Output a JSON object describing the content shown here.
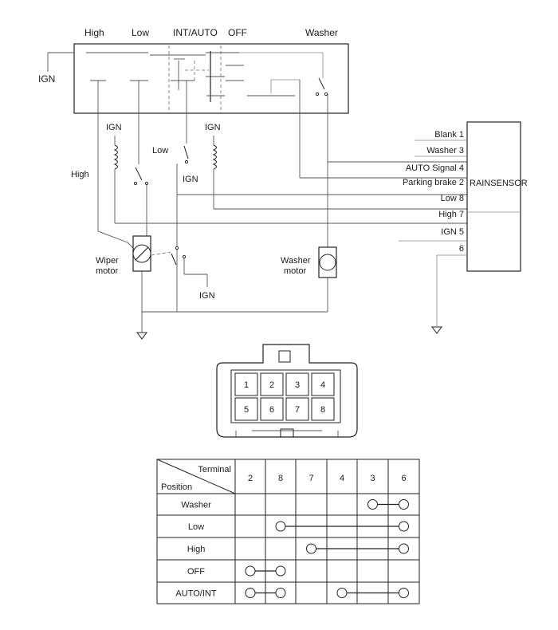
{
  "switch_labels": {
    "high": "High",
    "low": "Low",
    "int_auto": "INT/AUTO",
    "off": "OFF",
    "washer": "Washer"
  },
  "ign_label": "IGN",
  "circuit_labels": {
    "high": "High",
    "low": "Low",
    "wiper_motor": [
      "Wiper",
      "motor"
    ],
    "washer_motor": [
      "Washer",
      "motor"
    ]
  },
  "rainsensor": {
    "name": "RAINSENSOR",
    "pins": [
      {
        "label": "Blank 1"
      },
      {
        "label": "Washer 3"
      },
      {
        "label": "AUTO Signal 4"
      },
      {
        "label": "Parking brake 2"
      },
      {
        "label": "Low 8"
      },
      {
        "label": "High 7"
      },
      {
        "label": "IGN  5"
      },
      {
        "label": "6"
      }
    ]
  },
  "connector": {
    "pins": [
      "1",
      "2",
      "3",
      "4",
      "5",
      "6",
      "7",
      "8"
    ]
  },
  "truth_table": {
    "corner_top": "Terminal",
    "corner_bottom": "Position",
    "terminals": [
      "2",
      "8",
      "7",
      "4",
      "3",
      "6"
    ],
    "rows": [
      {
        "position": "Washer",
        "links": [
          [
            4,
            5
          ]
        ]
      },
      {
        "position": "Low",
        "links": [
          [
            1,
            5
          ]
        ]
      },
      {
        "position": "High",
        "links": [
          [
            2,
            5
          ]
        ]
      },
      {
        "position": "OFF",
        "links": [
          [
            0,
            1
          ]
        ]
      },
      {
        "position": "AUTO/INT",
        "links": [
          [
            0,
            1
          ],
          [
            3,
            5
          ]
        ]
      }
    ]
  }
}
